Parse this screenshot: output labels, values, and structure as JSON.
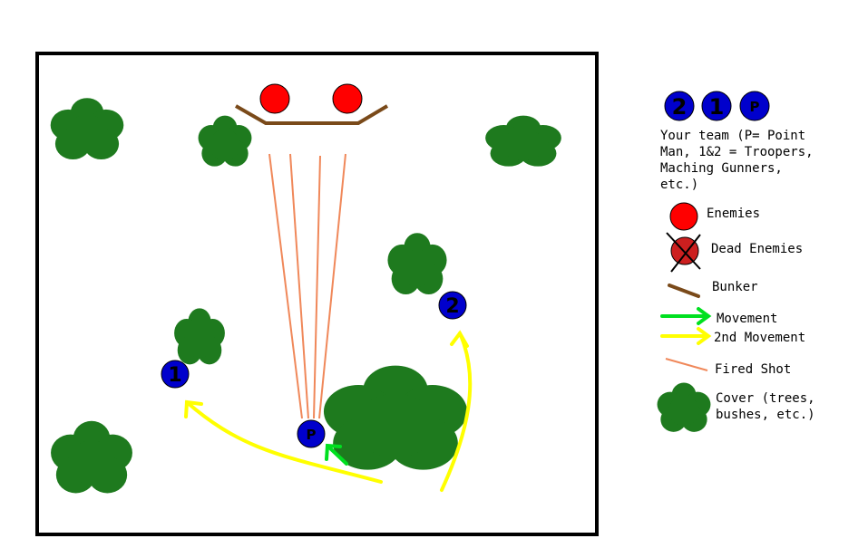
{
  "colors": {
    "team": "#0000cc",
    "enemy": "#ff0000",
    "bunker": "#7a4a1a",
    "movement": "#00e020",
    "second_movement": "#ffff00",
    "fired_shot": "#f0885a",
    "cover": "#1e7a1e",
    "field_border": "#000000"
  },
  "team_markers": {
    "point_man": "P",
    "trooper_1": "1",
    "trooper_2": "2"
  },
  "legend": {
    "team_symbols": [
      "2",
      "1",
      "P"
    ],
    "team_lines": [
      "Your team (P= Point",
      "Man, 1&2 = Troopers,",
      "Maching Gunners,",
      "etc.)"
    ],
    "enemies": "Enemies",
    "dead_enemies": "Dead Enemies",
    "bunker": "Bunker",
    "movement": "Movement",
    "second_movement": "2nd Movement",
    "fired_shot": "Fired Shot",
    "cover_lines": [
      "Cover (trees,",
      "bushes, etc.)"
    ]
  },
  "icons": {
    "cover": "bush-icon",
    "arrow": "arrow-icon",
    "dead": "crossed-circle-icon"
  }
}
